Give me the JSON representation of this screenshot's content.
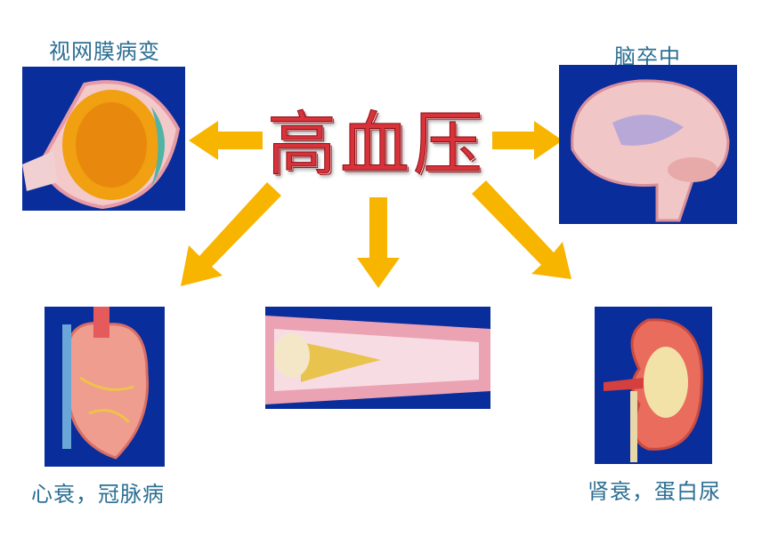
{
  "title": "高血压",
  "organs": {
    "eye": {
      "label": "视网膜病变"
    },
    "brain": {
      "label": "脑卒中"
    },
    "heart": {
      "label": "心衰，冠脉病"
    },
    "artery": {
      "label": ""
    },
    "kidney": {
      "label": "肾衰，蛋白尿"
    }
  },
  "colors": {
    "arrow": "#f7b500",
    "title": "#d8323a",
    "label": "#2b6f93",
    "panel": "#0a2d9c"
  }
}
